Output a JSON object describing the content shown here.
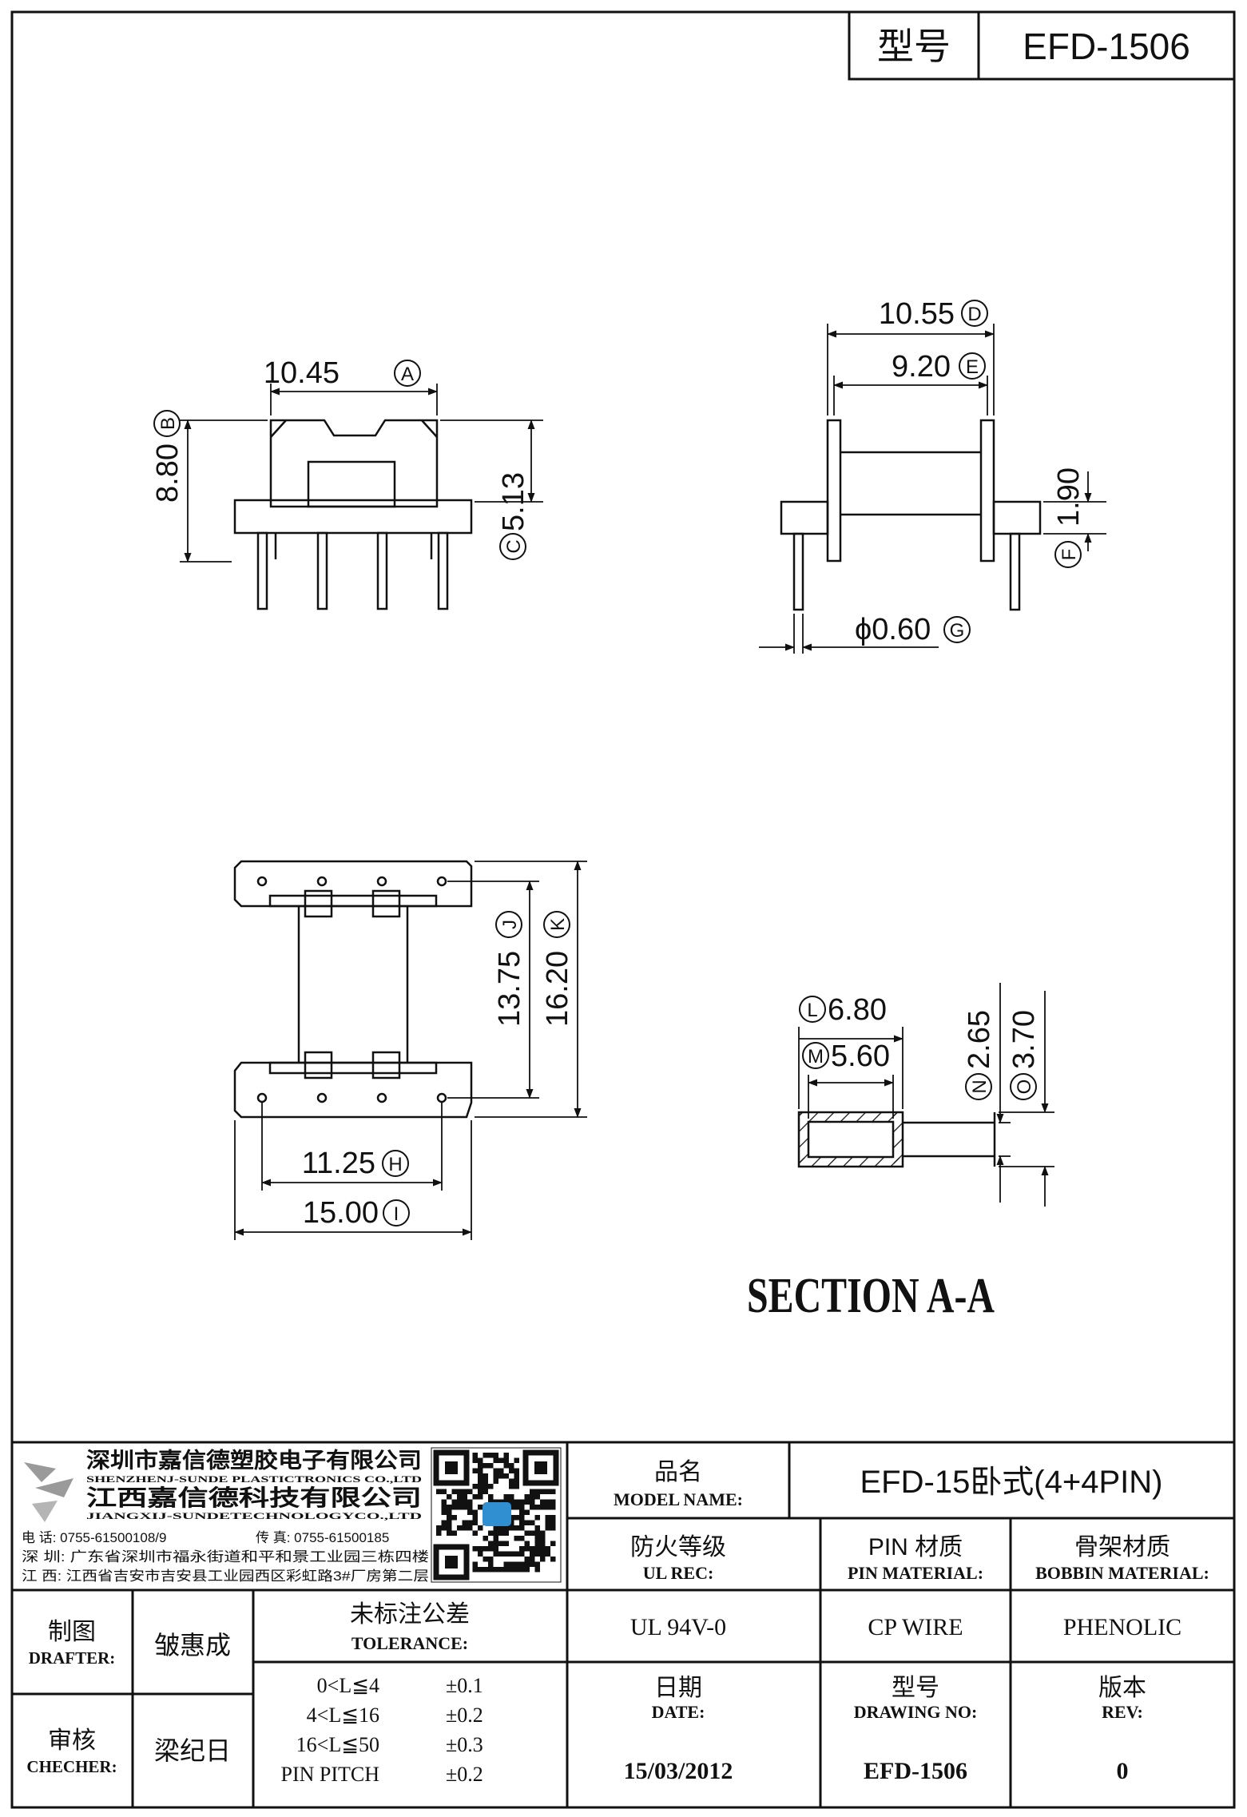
{
  "header": {
    "model_label": "型号",
    "model_value": "EFD-1506"
  },
  "dimensions": {
    "A": {
      "value": "10.45",
      "letter": "A"
    },
    "B": {
      "value": "8.80",
      "letter": "B"
    },
    "C": {
      "value": "5.13",
      "letter": "C"
    },
    "D": {
      "value": "10.55",
      "letter": "D"
    },
    "E": {
      "value": "9.20",
      "letter": "E"
    },
    "F": {
      "value": "1.90",
      "letter": "F"
    },
    "G": {
      "value": "ϕ0.60",
      "letter": "G"
    },
    "H": {
      "value": "11.25",
      "letter": "H"
    },
    "I": {
      "value": "15.00",
      "letter": "I"
    },
    "J": {
      "value": "13.75",
      "letter": "J"
    },
    "K": {
      "value": "16.20",
      "letter": "K"
    },
    "L": {
      "value": "6.80",
      "letter": "L"
    },
    "M": {
      "value": "5.60",
      "letter": "M"
    },
    "N": {
      "value": "2.65",
      "letter": "N"
    },
    "O": {
      "value": "3.70",
      "letter": "O"
    }
  },
  "section_label": "SECTION A-A",
  "company": {
    "name_cn_1": "深圳市嘉信德塑胶电子有限公司",
    "name_en_1": "SHENZHENJ-SUNDE PLASTICTRONICS CO.,LTD",
    "name_cn_2": "江西嘉信德科技有限公司",
    "name_en_2": "JIANGXIJ-SUNDETECHNOLOGYCO.,LTD",
    "phone": "电 话: 0755-61500108/9",
    "fax": "传 真: 0755-61500185",
    "addr_sz": "深 圳: 广东省深圳市福永街道和平和景工业园三栋四楼",
    "addr_jx": "江 西: 江西省吉安市吉安县工业园西区彩虹路3#厂房第二层"
  },
  "title_block": {
    "product_name_cn": "品名",
    "product_name_en": "MODEL NAME:",
    "product_name_value": "EFD-15卧式(4+4PIN)",
    "ul_cn": "防火等级",
    "ul_en": "UL REC:",
    "pin_cn": "PIN 材质",
    "pin_en": "PIN MATERIAL:",
    "bobbin_cn": "骨架材质",
    "bobbin_en": "BOBBIN MATERIAL:",
    "ul_value": "UL 94V-0",
    "pin_value": "CP WIRE",
    "bobbin_value": "PHENOLIC",
    "date_cn": "日期",
    "date_en": "DATE:",
    "drawing_cn": "型号",
    "drawing_en": "DRAWING NO:",
    "rev_cn": "版本",
    "rev_en": "REV:",
    "date_value": "15/03/2012",
    "drawing_value": "EFD-1506",
    "rev_value": "0",
    "drafter_cn": "制图",
    "drafter_en": "DRAFTER:",
    "drafter_name": "皱惠成",
    "checker_cn": "审核",
    "checker_en": "CHECHER:",
    "checker_name": "梁纪日",
    "tolerance_cn": "未标注公差",
    "tolerance_en": "TOLERANCE:",
    "tolerances": [
      {
        "range": "0<L≦4",
        "value": "±0.1"
      },
      {
        "range": "4<L≦16",
        "value": "±0.2"
      },
      {
        "range": "16<L≦50",
        "value": "±0.3"
      },
      {
        "range": "PIN PITCH",
        "value": "±0.2"
      }
    ]
  }
}
